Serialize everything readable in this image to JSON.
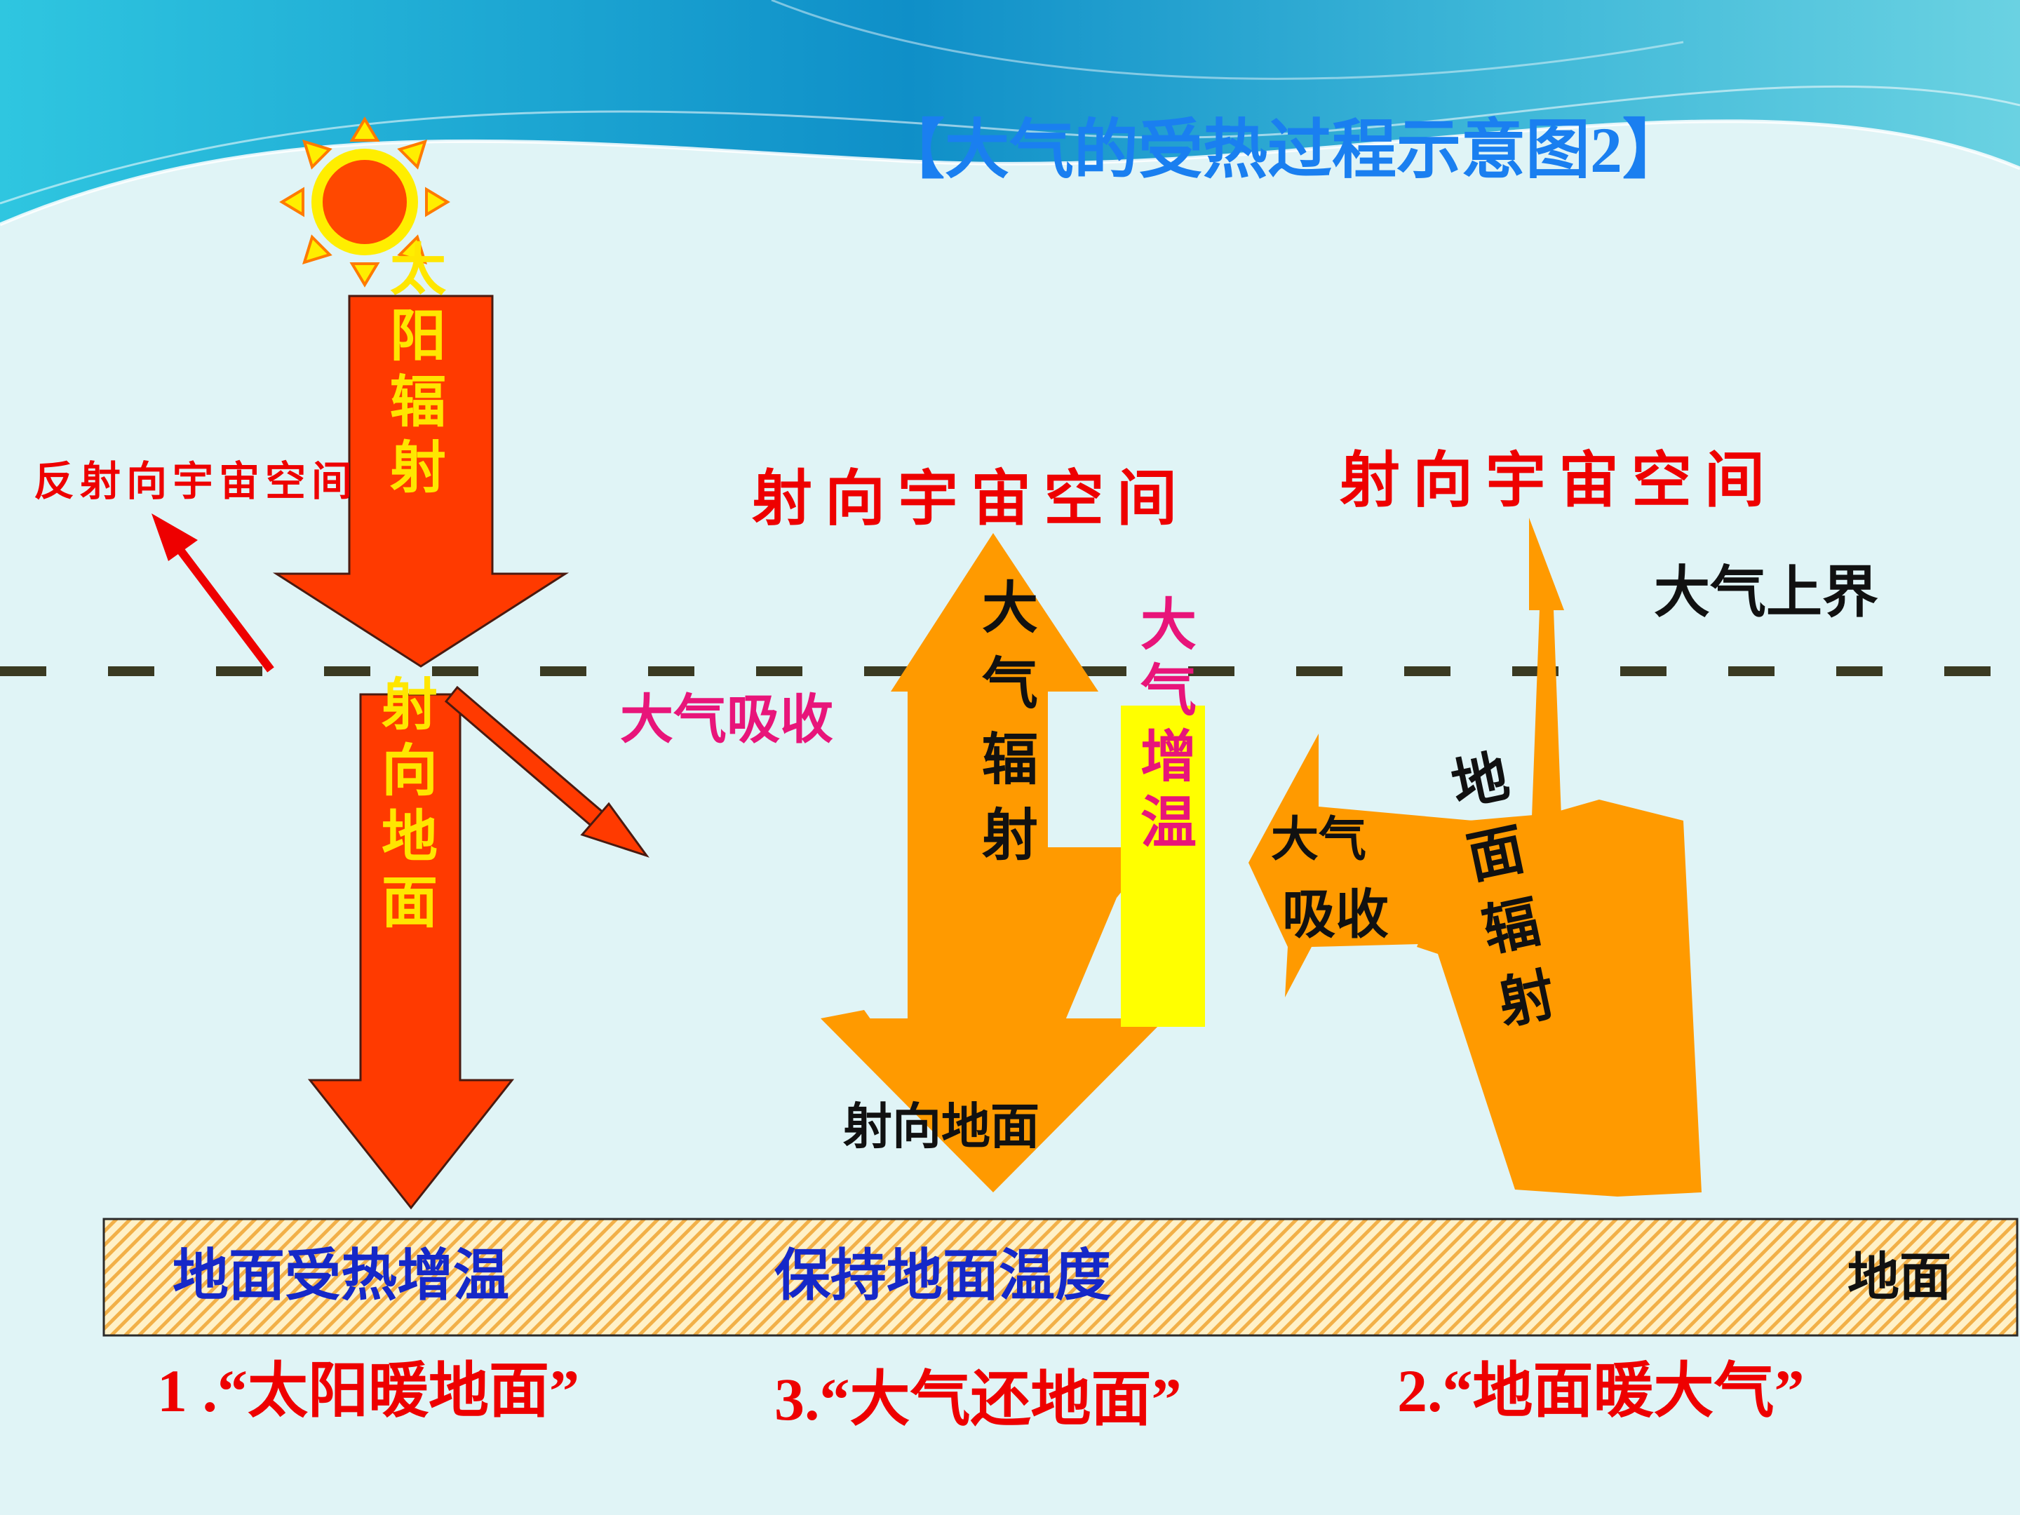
{
  "title": "【大气的受热过程示意图2】",
  "colors": {
    "background": "#e0f4f6",
    "solar_arrow": "#ff3a00",
    "solar_arrow_stroke": "#4a1a10",
    "orange_arrow": "#ff9a00",
    "red_text": "#ee0000",
    "yellow_text": "#ffe600",
    "blue_text": "#1528c8",
    "magenta_text": "#e8157a",
    "title_blue": "#1a7ff0",
    "boundary_line": "#3a3a22"
  },
  "icons": [
    "sun-icon"
  ],
  "labels": {
    "solar_radiation": "太阳辐射",
    "reflected_to_space": "反射向宇宙空间",
    "to_space_1": "射向宇宙空间",
    "to_space_2": "射向宇宙空间",
    "atmosphere_top": "大气上界",
    "atmosphere_absorb_1": "大气吸收",
    "to_ground_solar": "射向地面",
    "atmospheric_radiation": "大气辐射",
    "atmosphere_warming": "大气增温",
    "to_ground_counter": "射向地面",
    "atmosphere_absorb_2_line1": "大气",
    "atmosphere_absorb_2_line2": "吸收",
    "ground_radiation": "地面辐射",
    "ground": "地面",
    "ground_heating": "地面受热增温",
    "keep_ground_temp": "保持地面温度"
  },
  "captions": {
    "c1": "1 .“太阳暖地面”",
    "c3": "3.“大气还地面”",
    "c2": "2.“地面暖大气”"
  }
}
